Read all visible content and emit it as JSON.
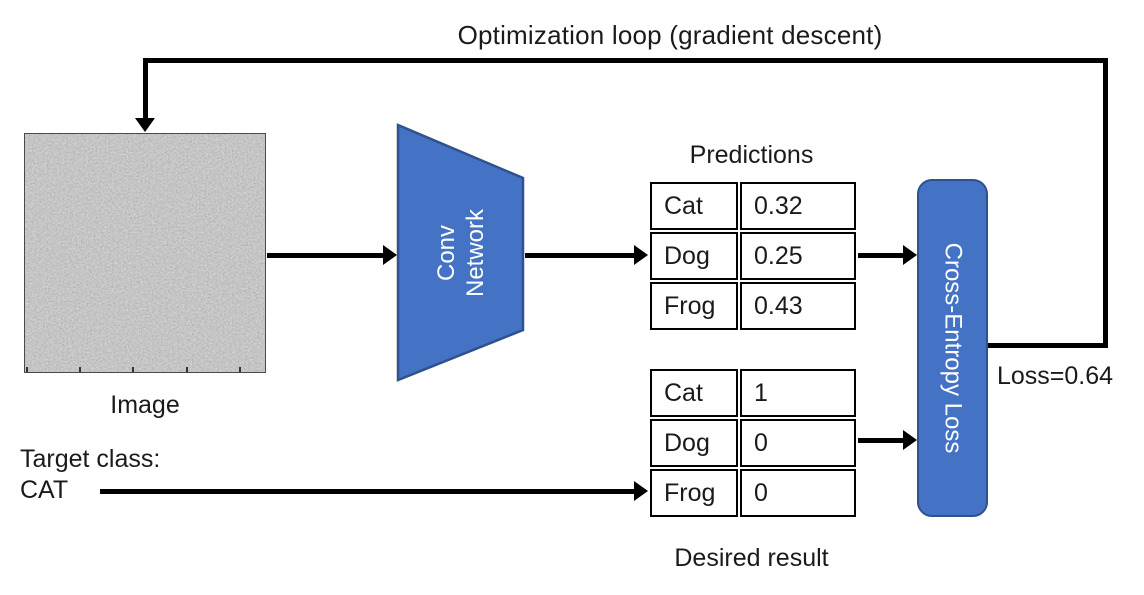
{
  "title": "Optimization loop (gradient descent)",
  "colors": {
    "shape_fill": "#4472C4",
    "shape_border": "#2F528F",
    "line": "#000000"
  },
  "image_block": {
    "label": "Image",
    "description": "random-noise-image"
  },
  "target": {
    "line1": "Target class:",
    "line2": "CAT"
  },
  "conv": {
    "line1": "Conv",
    "line2": "Network"
  },
  "predictions": {
    "title": "Predictions",
    "rows": [
      {
        "label": "Cat",
        "value": "0.32"
      },
      {
        "label": "Dog",
        "value": "0.25"
      },
      {
        "label": "Frog",
        "value": "0.43"
      }
    ]
  },
  "desired": {
    "caption": "Desired result",
    "rows": [
      {
        "label": "Cat",
        "value": "1"
      },
      {
        "label": "Dog",
        "value": "0"
      },
      {
        "label": "Frog",
        "value": "0"
      }
    ]
  },
  "loss_box": {
    "label": "Cross-Entropy Loss"
  },
  "loss_text": "Loss=0.64"
}
